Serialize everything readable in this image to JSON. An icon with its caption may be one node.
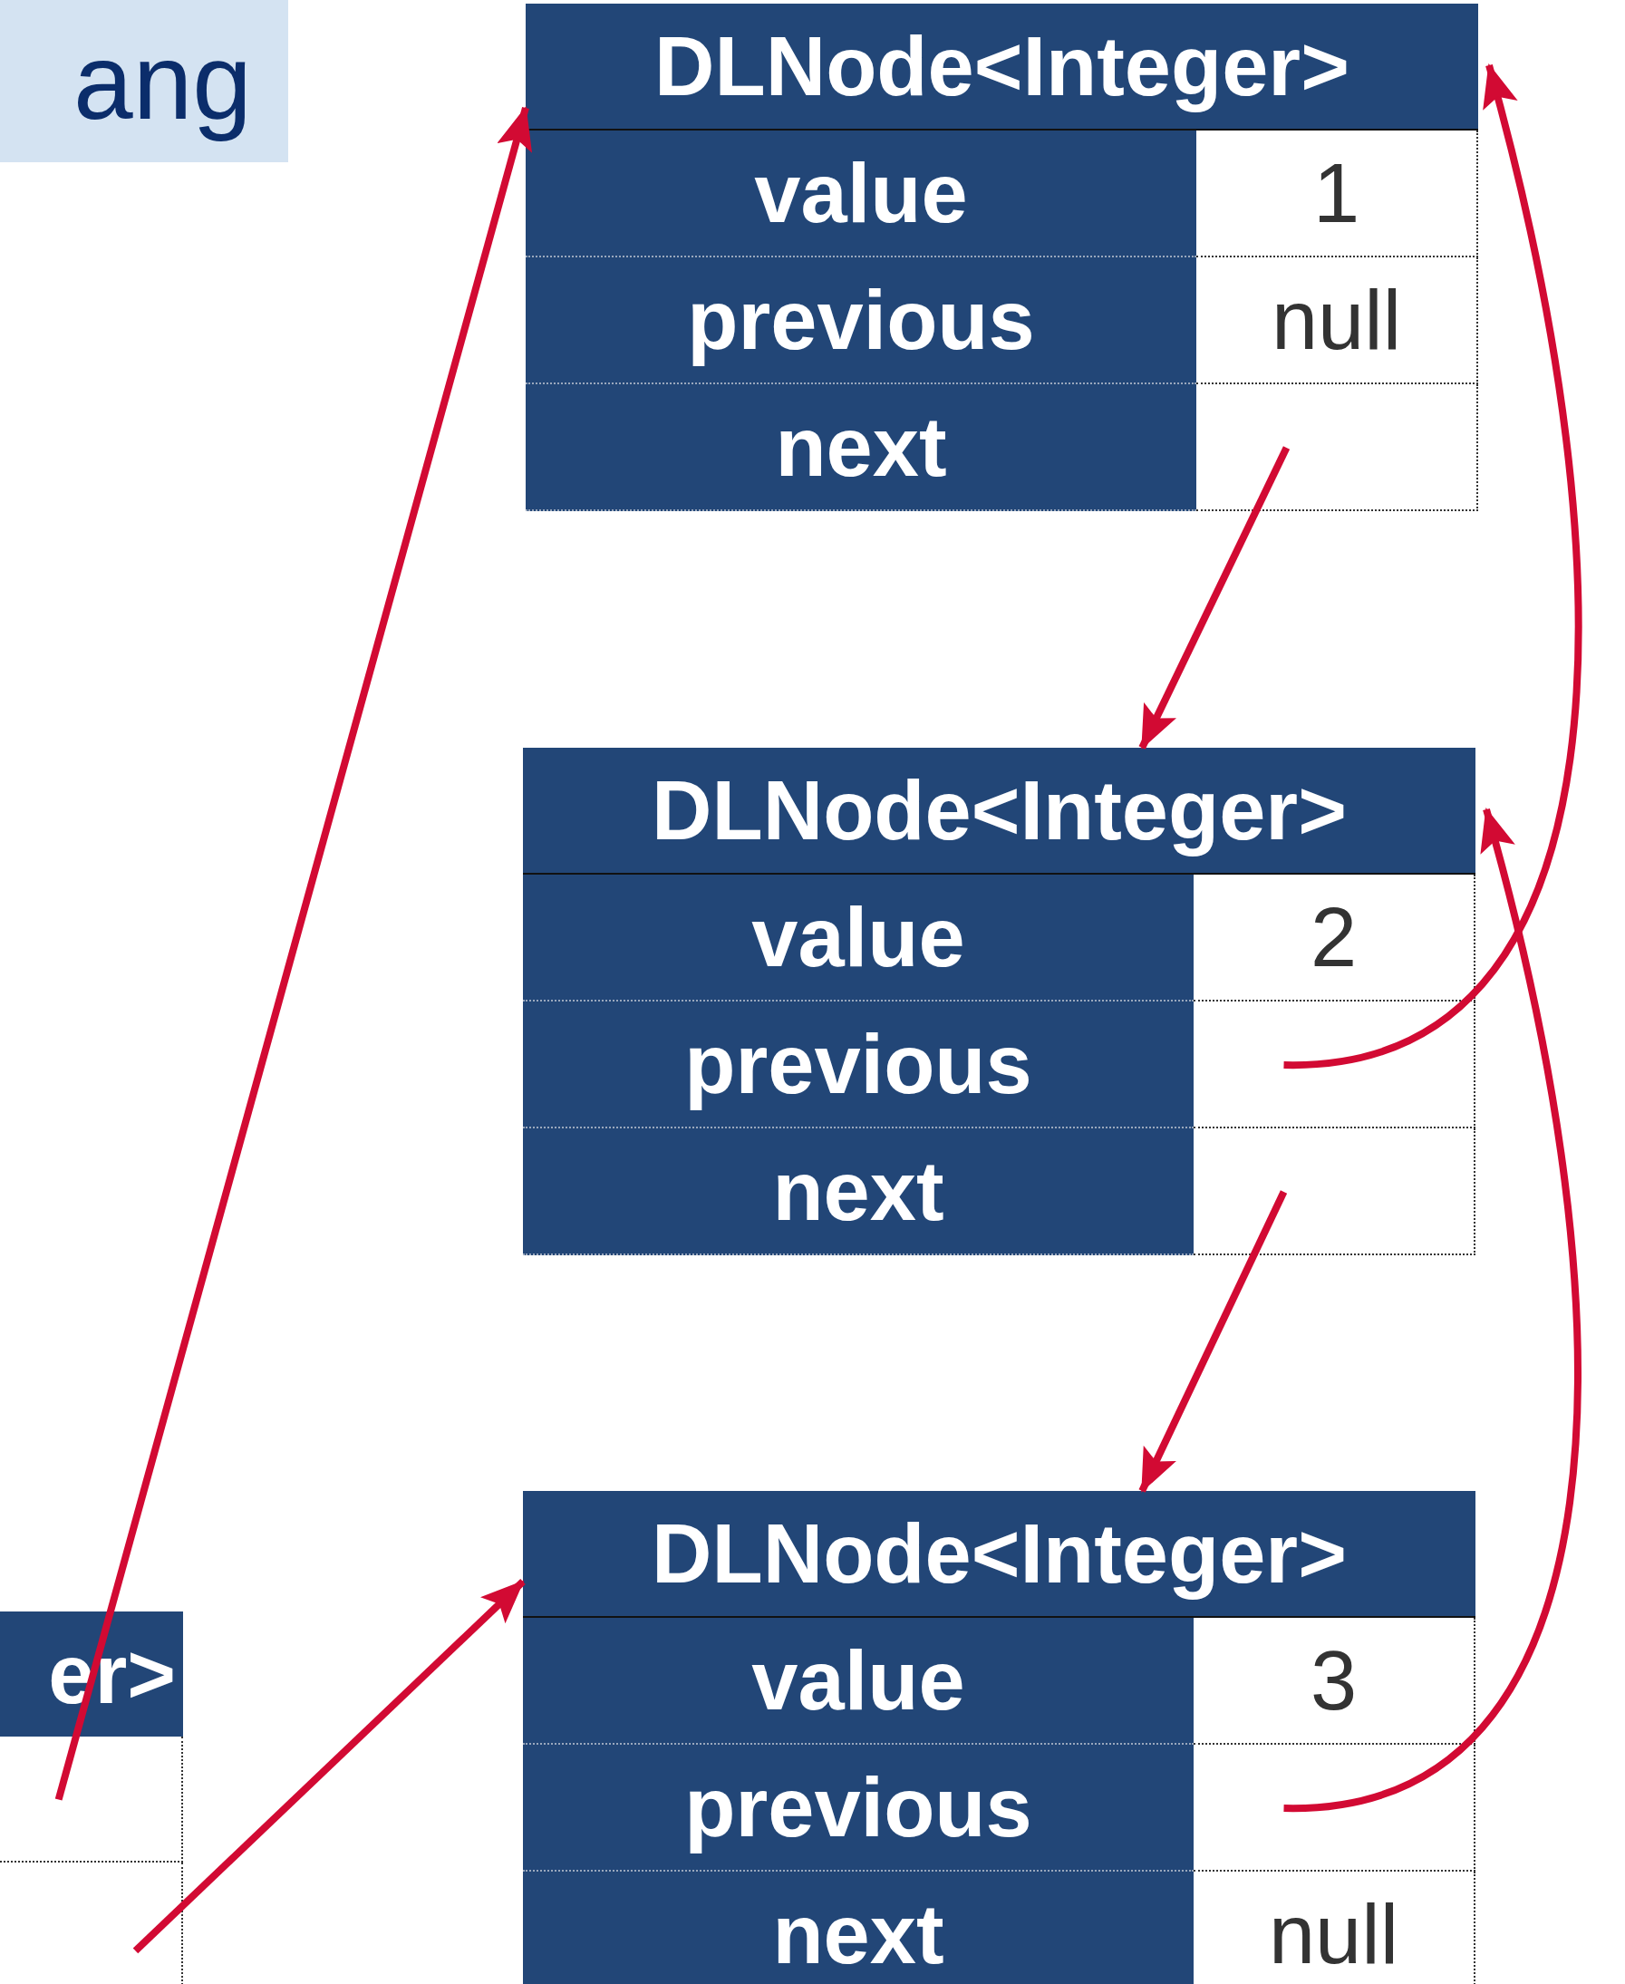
{
  "diagram": {
    "nodes": [
      {
        "text": [
          "ang"
        ]
      },
      {
        "text": [
          "DLNode<Integer>"
        ]
      },
      {
        "text": [
          "value"
        ],
        "in": 1
      },
      {
        "text": [
          "1"
        ],
        "in": 1
      },
      {
        "text": [
          "previous"
        ],
        "in": 1
      },
      {
        "text": [
          "null"
        ],
        "in": 1
      },
      {
        "text": [
          "next"
        ],
        "in": 1
      },
      {
        "text": [],
        "shape": "box",
        "in": 1
      },
      {
        "text": [
          "DLNode<Integer>"
        ]
      },
      {
        "text": [
          "value"
        ],
        "in": 8
      },
      {
        "text": [
          "2"
        ],
        "in": 8
      },
      {
        "text": [
          "previous"
        ],
        "in": 8
      },
      {
        "text": [],
        "shape": "box",
        "in": 8
      },
      {
        "text": [
          "next"
        ],
        "in": 8
      },
      {
        "text": [],
        "shape": "box",
        "in": 8
      },
      {
        "text": [
          "DLNode<Integer>"
        ]
      },
      {
        "text": [
          "value"
        ],
        "in": 15
      },
      {
        "text": [
          "3"
        ],
        "in": 15
      },
      {
        "text": [
          "previous"
        ],
        "in": 15
      },
      {
        "text": [],
        "shape": "box",
        "in": 15
      },
      {
        "text": [
          "next"
        ],
        "in": 15
      },
      {
        "text": [
          "null"
        ],
        "in": 15
      },
      {
        "text": [
          "er>"
        ]
      },
      {
        "text": [],
        "shape": "box",
        "in": 22
      },
      {
        "text": [],
        "shape": "box",
        "in": 22
      }
    ],
    "edges": [
      {
        "from": 23,
        "to": 1,
        "arrow": "to"
      },
      {
        "from": 24,
        "to": 15,
        "arrow": "to"
      },
      {
        "from": 7,
        "to": 8,
        "arrow": "to"
      },
      {
        "from": 14,
        "to": 15,
        "arrow": "to"
      },
      {
        "from": 12,
        "to": 1,
        "arrow": "to"
      },
      {
        "from": 19,
        "to": 8,
        "arrow": "to"
      }
    ]
  }
}
